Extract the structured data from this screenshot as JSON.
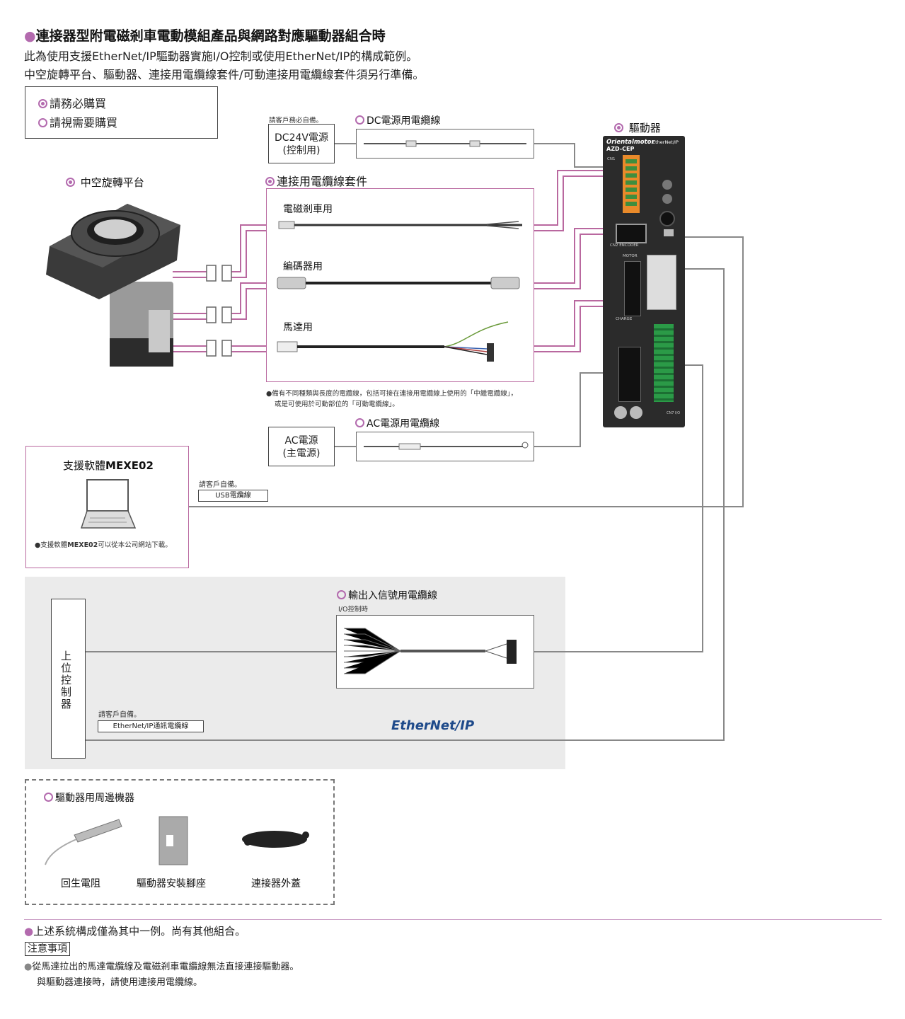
{
  "header": {
    "title": "連接器型附電磁剎車電動模組產品與網路對應驅動器組合時",
    "line1": "此為使用支援EtherNet/IP驅動器實施I/O控制或使用EtherNet/IP的構成範例。",
    "line2": "中空旋轉平台、驅動器、連接用電纜線套件/可動連接用電纜線套件須另行準備。"
  },
  "legend": {
    "required": "請務必購買",
    "optional": "請視需要購買"
  },
  "labels": {
    "driver": "驅動器",
    "rotary_table": "中空旋轉平台",
    "cable_kit": "連接用電纜線套件",
    "brake_cable": "電磁剎車用",
    "encoder_cable": "編碼器用",
    "motor_cable": "馬達用",
    "cable_kit_note1": "●備有不同種類與長度的電纜線，包括可接在連接用電纜線上使用的「中繼電纜線」，",
    "cable_kit_note2": "或是可使用於可動部位的「可動電纜線」。",
    "customer_dc": "請客戶務必自備。",
    "dc_supply_line1": "DC24V電源",
    "dc_supply_line2": "(控制用)",
    "dc_cable": "DC電源用電纜線",
    "ac_supply_line1": "AC電源",
    "ac_supply_line2": "(主電源)",
    "ac_cable": "AC電源用電纜線",
    "software_title_prefix": "支援軟體",
    "software_title_bold": "MEXE02",
    "software_note_prefix": "●支援軟體",
    "software_note_bold": "MEXE02",
    "software_note_suffix": "可以從本公司網站下載。",
    "customer_usb": "請客戶自備。",
    "usb_cable": "USB電纜線",
    "io_cable": "輸出入信號用電纜線",
    "io_control": "I/O控制時",
    "host_controller": "上位控制器",
    "customer_eth": "請客戶自備。",
    "eth_cable": "EtherNet/IP通訊電纜線",
    "ethernet_logo": "EtherNet/IP",
    "accessories_title": "驅動器用周邊機器",
    "acc_resistor": "回生電阻",
    "acc_mount": "驅動器安裝腳座",
    "acc_cover": "連接器外蓋"
  },
  "driver_panel": {
    "brand": "Orientalmotor",
    "network": "EtherNet/IP",
    "model": "AZD-CEP",
    "cn1": "CN1",
    "cn2": "CN2 ENCODER",
    "motor": "MOTOR",
    "cn7": "CN7 I/O",
    "charge": "CHARGE"
  },
  "footer": {
    "note_main": "上述系統構成僅為其中一例。尚有其他組合。",
    "caution_label": "注意事項",
    "caution1": "從馬達拉出的馬達電纜線及電磁剎車電纜線無法直接連接驅動器。",
    "caution2": "與驅動器連接時，請使用連接用電纜線。"
  },
  "colors": {
    "accent": "#b36aae",
    "kit_border": "#b9689f",
    "connector": "#666666"
  }
}
